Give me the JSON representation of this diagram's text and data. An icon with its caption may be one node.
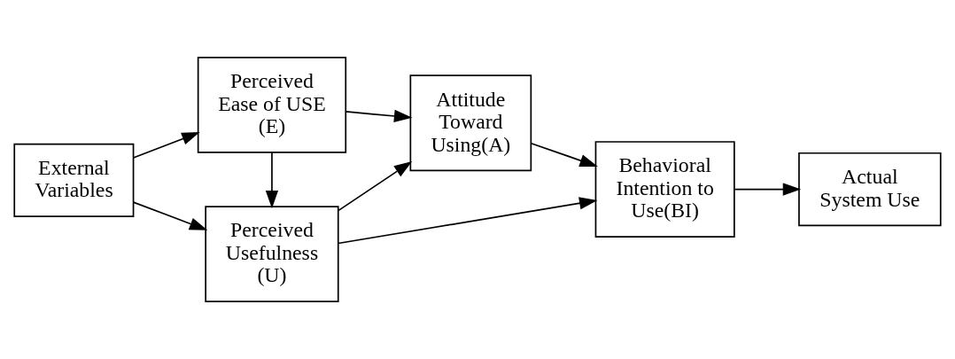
{
  "diagram": {
    "nodes": [
      {
        "text": [
          "External Variables"
        ]
      },
      {
        "text": [
          "Perceived Usefulness (U)"
        ]
      },
      {
        "text": [
          "Perceived Ease of USE (E)"
        ]
      },
      {
        "text": [
          "Attitude Toward Using(A)"
        ]
      },
      {
        "text": [
          "Behavioral Intention to Use(BI)"
        ]
      },
      {
        "text": [
          "Actual System Use"
        ]
      }
    ],
    "edges": [
      {
        "from": 0,
        "to": 1,
        "arrow": "to"
      },
      {
        "from": 0,
        "to": 2,
        "arrow": "to"
      },
      {
        "from": 2,
        "to": 1,
        "arrow": "to"
      },
      {
        "from": 1,
        "to": 3,
        "arrow": "to"
      },
      {
        "from": 1,
        "to": 4,
        "arrow": "to"
      },
      {
        "from": 2,
        "to": 3,
        "arrow": "to"
      },
      {
        "from": 3,
        "to": 4,
        "arrow": "to"
      },
      {
        "from": 4,
        "to": 5,
        "arrow": "to"
      }
    ]
  }
}
